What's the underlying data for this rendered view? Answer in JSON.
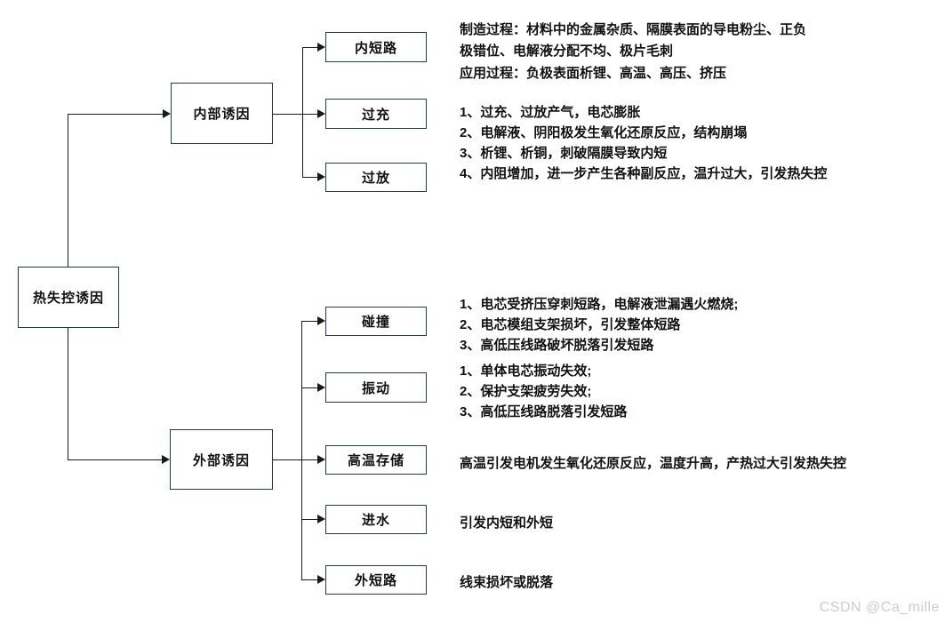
{
  "diagram": {
    "root": {
      "label": "热失控诱因"
    },
    "internal_branch": {
      "label": "内部诱因",
      "children": [
        {
          "label": "内短路"
        },
        {
          "label": "过充"
        },
        {
          "label": "过放"
        }
      ]
    },
    "external_branch": {
      "label": "外部诱因",
      "children": [
        {
          "label": "碰撞"
        },
        {
          "label": "振动"
        },
        {
          "label": "高温存储"
        },
        {
          "label": "进水"
        },
        {
          "label": "外短路"
        }
      ]
    }
  },
  "notes": {
    "internal_short": {
      "lines": [
        "制造过程：材料中的金属杂质、隔膜表面的导电粉尘、正负",
        "极错位、电解液分配不均、极片毛刺",
        "应用过程：负极表面析锂、高温、高压、挤压"
      ]
    },
    "overcharge_overdischarge": {
      "lines": [
        "1、过充、过放产气，电芯膨胀",
        "2、电解液、阴阳极发生氧化还原反应，结构崩塌",
        "3、析锂、析铜，刺破隔膜导致内短",
        "4、内阻增加，进一步产生各种副反应，温升过大，引发热失控"
      ]
    },
    "collision": {
      "lines": [
        "1、电芯受挤压穿刺短路，电解液泄漏遇火燃烧;",
        "2、电芯模组支架损坏，引发整体短路",
        "3、高低压线路破坏脱落引发短路"
      ]
    },
    "vibration": {
      "lines": [
        "1、单体电芯振动失效;",
        "2、保护支架疲劳失效;",
        "3、高低压线路脱落引发短路"
      ]
    },
    "high_temp_storage": {
      "lines": [
        "高温引发电机发生氧化还原反应，温度升高，产热过大引发热失控"
      ]
    },
    "water_ingress": {
      "lines": [
        "引发内短和外短"
      ]
    },
    "external_short": {
      "lines": [
        "线束损坏或脱落"
      ]
    }
  },
  "watermark": "CSDN @Ca_mille",
  "colors": {
    "box_border": "#1f3864",
    "line_color": "#1a1a1a",
    "text_color": "#111111",
    "watermark_color": "#cccccc"
  }
}
